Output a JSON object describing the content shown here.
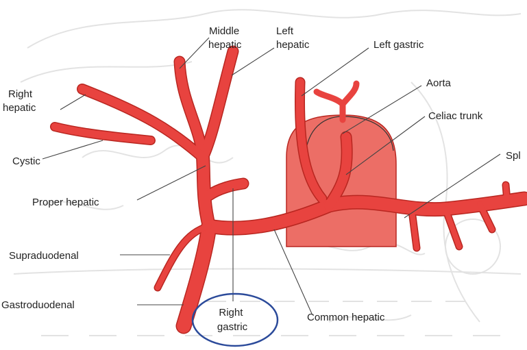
{
  "labels": {
    "middle_hepatic": [
      "Middle",
      "hepatic"
    ],
    "left_hepatic": [
      "Left",
      "hepatic"
    ],
    "left_gastric": "Left gastric",
    "right_hepatic": [
      "Right",
      "hepatic"
    ],
    "aorta": "Aorta",
    "celiac_trunk": "Celiac trunk",
    "cystic": "Cystic",
    "splenic": "Spl",
    "proper_hepatic": "Proper hepatic",
    "supraduodenal": "Supraduodenal",
    "gastroduodenal": "Gastroduodenal",
    "right_gastric": [
      "Right",
      "gastric"
    ],
    "common_hepatic": "Common hepatic"
  },
  "colors": {
    "artery": "#e8433f",
    "artery_edge": "#b82620",
    "aorta_fill": "#ec6e66",
    "highlight_circle": "#2b4a9a",
    "background_sketch": "#d9d9d9"
  }
}
